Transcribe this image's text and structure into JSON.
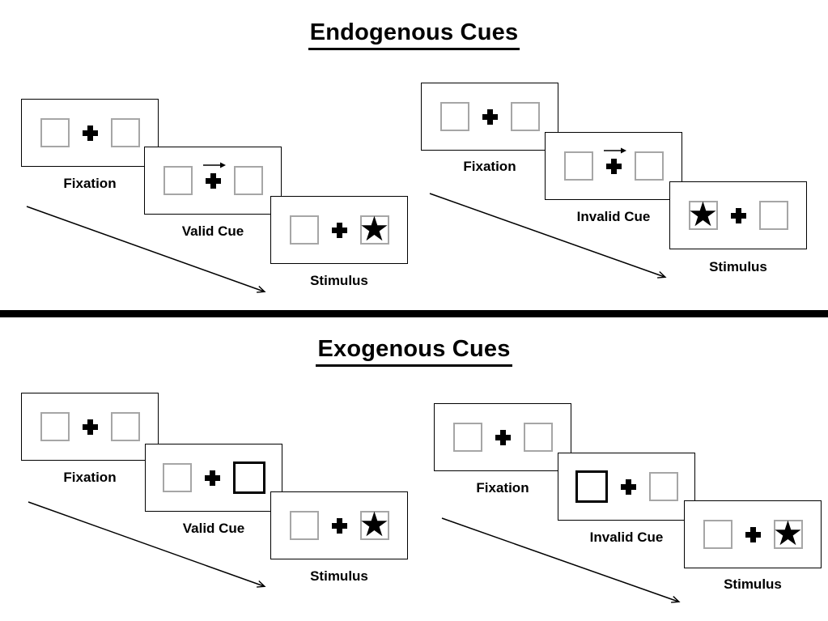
{
  "glyphs": {
    "stimulus_star": "★",
    "fixation_cross": "plus-shape",
    "cue_arrow": "right-arrow",
    "timeline_arrow": "diagonal-down-right-arrow"
  },
  "colors": {
    "background": "#ffffff",
    "panel_border": "#000000",
    "placeholder_box_border": "#a6a6a6",
    "cue_highlight_border": "#000000",
    "divider": "#000000",
    "text": "#000000"
  },
  "sections": [
    {
      "id": "endogenous",
      "title": "Endogenous Cues",
      "left_sequence": {
        "condition": "valid",
        "cue_kind": "central-arrow",
        "cue_points": "right",
        "stimulus_side": "right",
        "panels": {
          "fixation": "Fixation",
          "cue": "Valid Cue",
          "stimulus": "Stimulus"
        }
      },
      "right_sequence": {
        "condition": "invalid",
        "cue_kind": "central-arrow",
        "cue_points": "right",
        "stimulus_side": "left",
        "panels": {
          "fixation": "Fixation",
          "cue": "Invalid Cue",
          "stimulus": "Stimulus"
        }
      }
    },
    {
      "id": "exogenous",
      "title": "Exogenous Cues",
      "left_sequence": {
        "condition": "valid",
        "cue_kind": "peripheral-box-highlight",
        "cue_side": "right",
        "stimulus_side": "right",
        "panels": {
          "fixation": "Fixation",
          "cue": "Valid Cue",
          "stimulus": "Stimulus"
        }
      },
      "right_sequence": {
        "condition": "invalid",
        "cue_kind": "peripheral-box-highlight",
        "cue_side": "left",
        "stimulus_side": "right",
        "panels": {
          "fixation": "Fixation",
          "cue": "Invalid Cue",
          "stimulus": "Stimulus"
        }
      }
    }
  ]
}
